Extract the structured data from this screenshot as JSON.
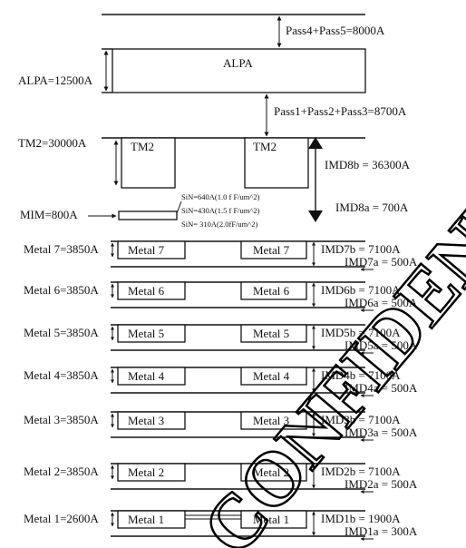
{
  "passivation": {
    "top_label": "Pass4+Pass5=8000A",
    "bottom_label": "Pass1+Pass2+Pass3=8700A"
  },
  "alpa": {
    "box_label": "ALPA",
    "thickness_label": "ALPA=12500A"
  },
  "tm2": {
    "thickness_label": "TM2=30000A",
    "box_labels": [
      "TM2",
      "TM2"
    ],
    "imd8b_label": "IMD8b = 36300A",
    "imd8a_label": "IMD8a = 700A"
  },
  "mim": {
    "thickness_label": "MIM=800A",
    "sin_notes": [
      "SiN=640A(1.0 f F/um^2)",
      "SiN=430A(1.5 f F/um^2)",
      "SiN= 310A(2.0fF/um^2)"
    ]
  },
  "metal_layers": [
    {
      "thickness_label": "Metal 7=3850A",
      "box_label": "Metal 7",
      "imd_b": "IMD7b = 7100A",
      "imd_a": "IMD7a = 500A"
    },
    {
      "thickness_label": "Metal 6=3850A",
      "box_label": "Metal 6",
      "imd_b": "IMD6b = 7100A",
      "imd_a": "IMD6a = 500A"
    },
    {
      "thickness_label": "Metal 5=3850A",
      "box_label": "Metal 5",
      "imd_b": "IMD5b = 7100A",
      "imd_a": "IMD5a = 500A"
    },
    {
      "thickness_label": "Metal 4=3850A",
      "box_label": "Metal 4",
      "imd_b": "IMD4b = 7100A",
      "imd_a": "IMD4a = 500A"
    },
    {
      "thickness_label": "Metal 3=3850A",
      "box_label": "Metal 3",
      "imd_b": "IMD3b = 7100A",
      "imd_a": "IMD3a = 500A"
    },
    {
      "thickness_label": "Metal 2=3850A",
      "box_label": "Metal 2",
      "imd_b": "IMD2b = 7100A",
      "imd_a": "IMD2a = 500A"
    },
    {
      "thickness_label": "Metal 1=2600A",
      "box_label": "Metal 1",
      "imd_b": "IMD1b = 1900A",
      "imd_a": "IMD1a = 300A"
    }
  ],
  "watermark": "CONFIDENTIAL"
}
